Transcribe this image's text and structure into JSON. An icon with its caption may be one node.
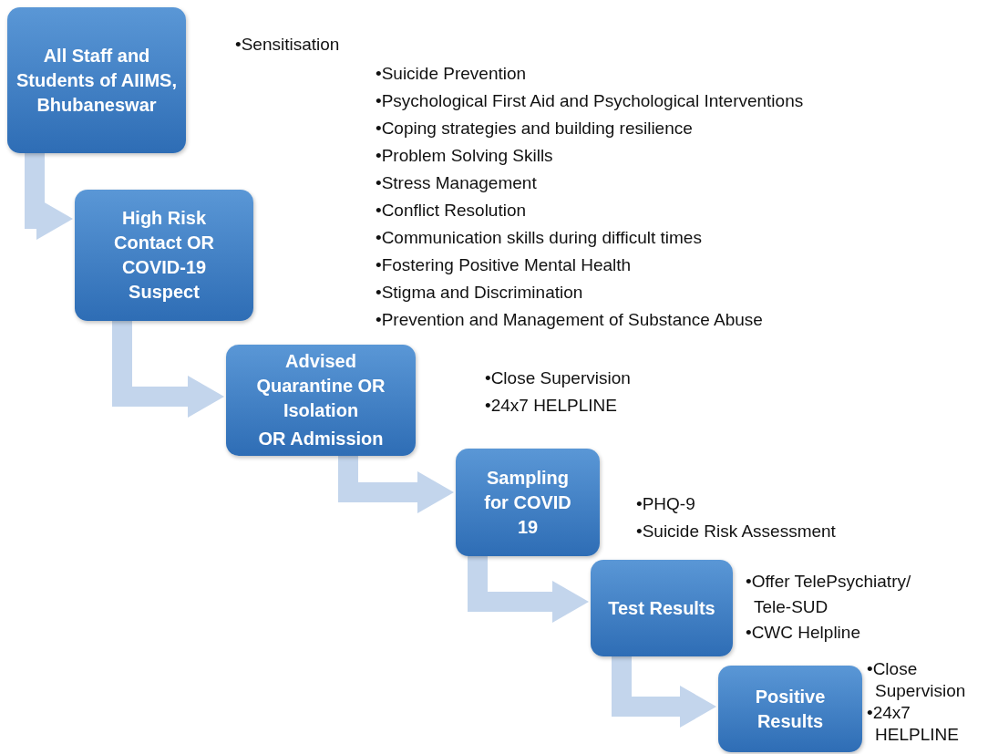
{
  "diagram": {
    "nodes": [
      {
        "text": [
          "All Staff and Students of AIIMS, Bhubaneswar"
        ],
        "beside": [
          "•Sensitisation",
          "•Suicide Prevention",
          "•Psychological First Aid and Psychological Interventions",
          "•Coping strategies and building resilience",
          "•Problem Solving Skills",
          "•Stress Management",
          "•Conflict Resolution",
          "•Communication skills during difficult times",
          "•Fostering Positive Mental Health",
          "•Stigma and Discrimination",
          "•Prevention and Management of Substance Abuse"
        ]
      },
      {
        "text": [
          "High Risk Contact OR COVID-19 Suspect"
        ]
      },
      {
        "text": [
          "Advised Quarantine OR Isolation",
          "OR Admission"
        ],
        "beside": [
          "•Close Supervision",
          "•24x7 HELPLINE"
        ]
      },
      {
        "text": [
          "Sampling for COVID 19"
        ],
        "beside": [
          "•PHQ-9",
          "•Suicide Risk Assessment"
        ]
      },
      {
        "text": [
          "Test Results"
        ],
        "beside": [
          "•Offer TelePsychiatry/ Tele-SUD",
          "•CWC Helpline"
        ]
      },
      {
        "text": [
          "Positive Results"
        ],
        "beside": [
          "•Close Supervision",
          "•24x7 HELPLINE"
        ]
      }
    ],
    "edges": [
      {
        "from": 0,
        "to": 1,
        "arrow": "to"
      },
      {
        "from": 1,
        "to": 2,
        "arrow": "to"
      },
      {
        "from": 2,
        "to": 3,
        "arrow": "to"
      },
      {
        "from": 3,
        "to": 4,
        "arrow": "to"
      },
      {
        "from": 4,
        "to": 5,
        "arrow": "to"
      }
    ]
  }
}
